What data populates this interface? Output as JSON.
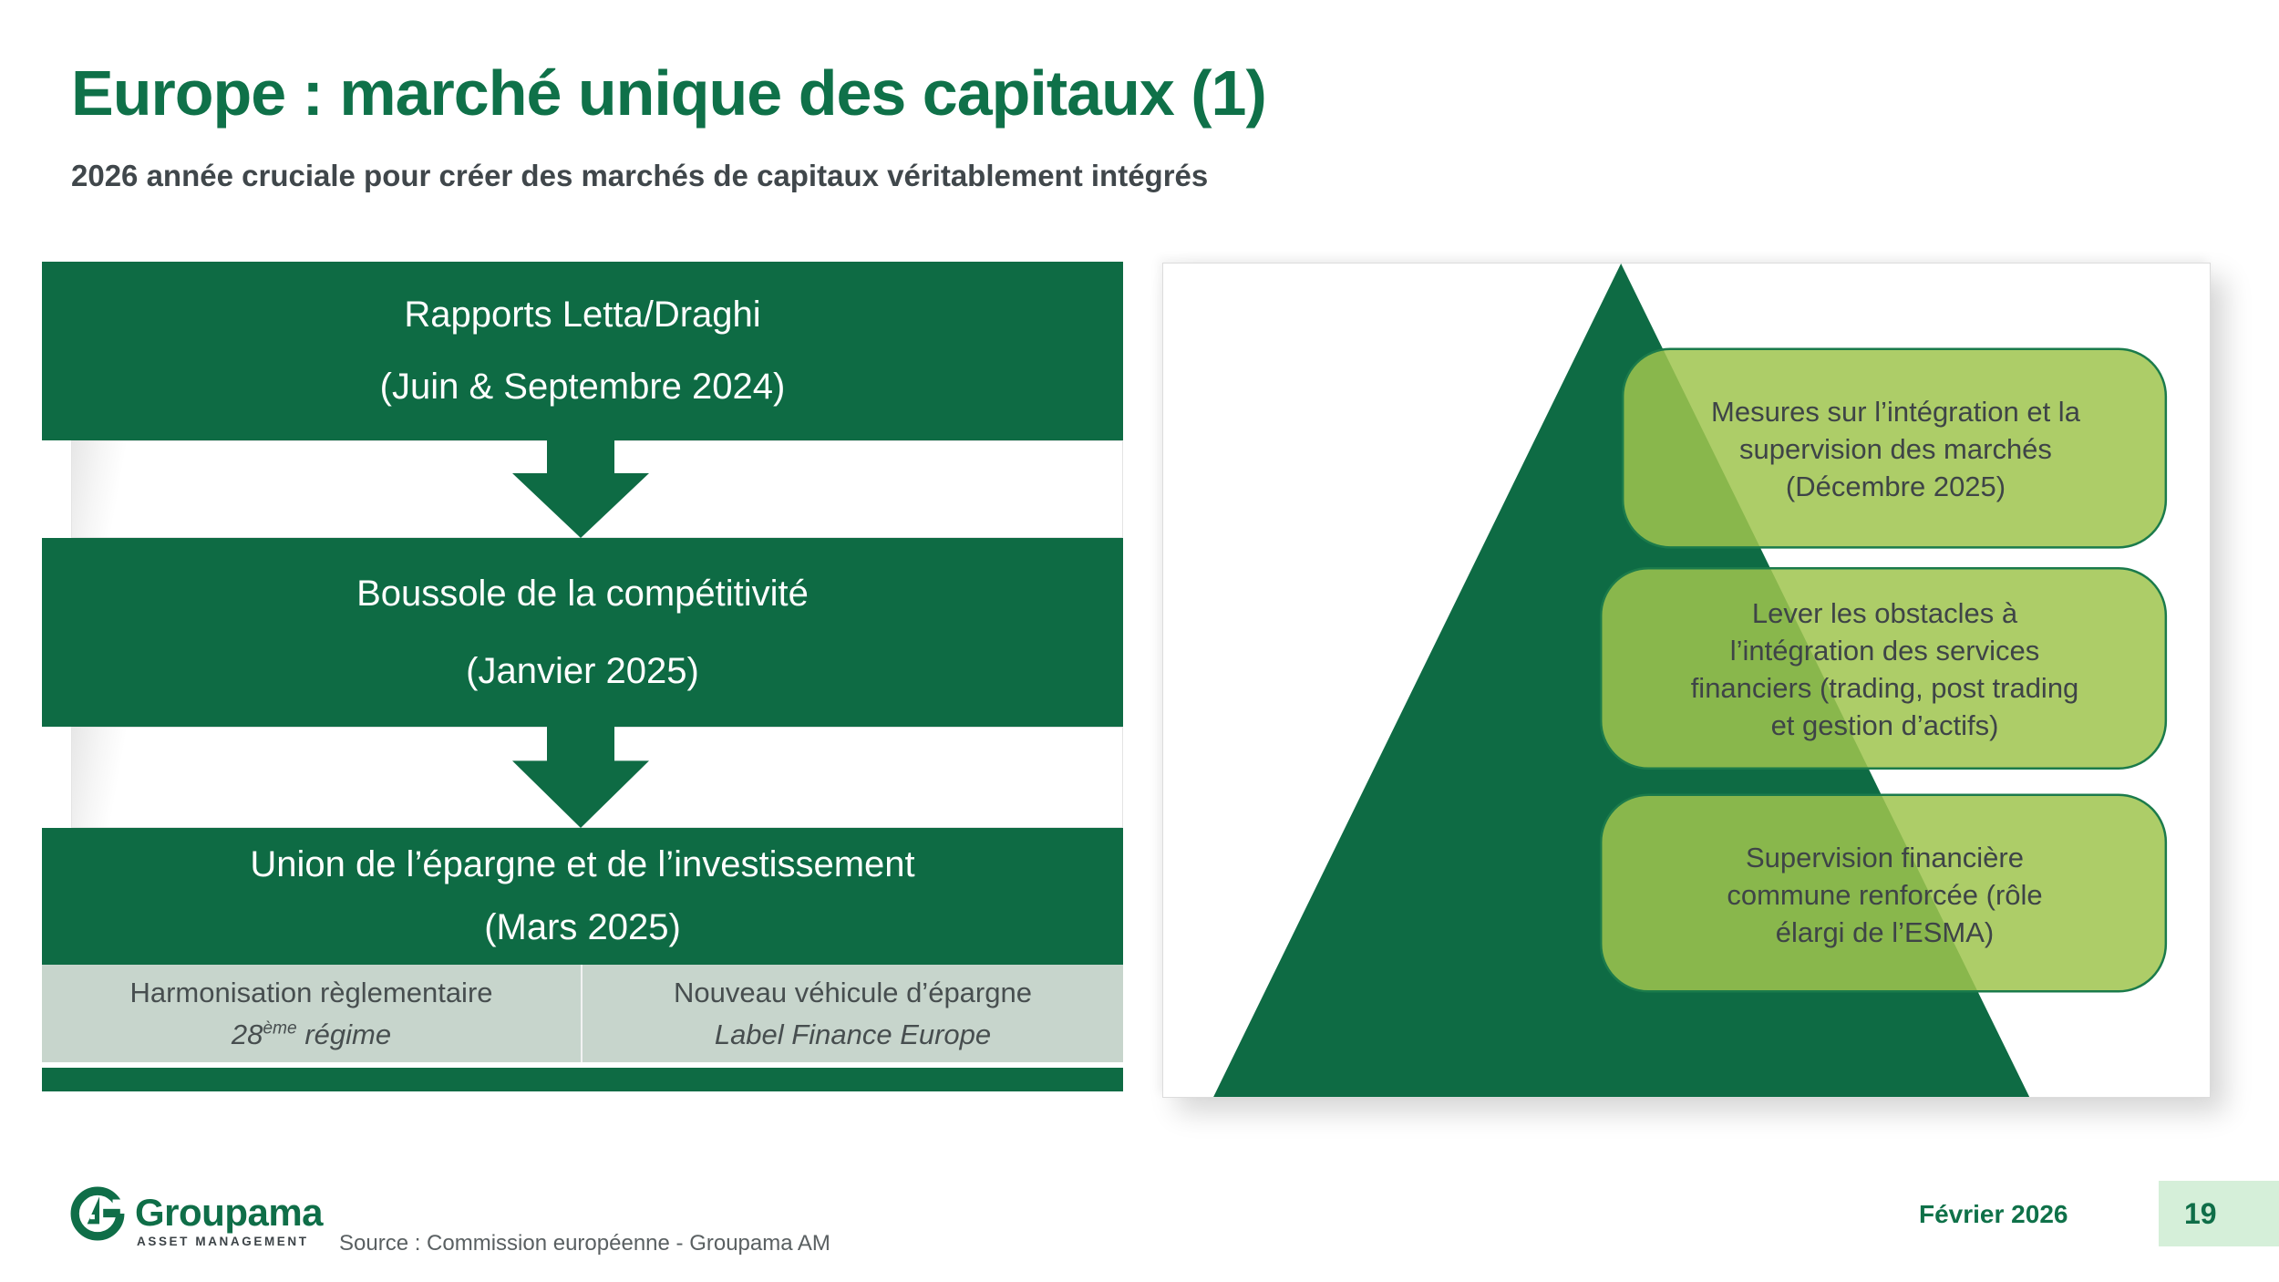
{
  "header": {
    "title": "Europe : marché unique des capitaux (1)",
    "subtitle": "2026 année cruciale pour créer des marchés de capitaux véritablement intégrés"
  },
  "flowchart": {
    "boxes": [
      {
        "lines": [
          "Rapports Letta/Draghi",
          "(Juin & Septembre 2024)"
        ]
      },
      {
        "lines": [
          "Boussole de la compétitivité",
          "(Janvier 2025)"
        ]
      },
      {
        "lines": [
          "Union de l’épargne et de l’investissement",
          "(Mars 2025)"
        ]
      }
    ],
    "gray_row": {
      "cells": [
        {
          "line1": "Harmonisation règlementaire",
          "line2_num": "28",
          "line2_sup": "ème",
          "line2_rest": " régime"
        },
        {
          "line1": "Nouveau véhicule d’épargne",
          "line2": "Label Finance Europe"
        }
      ]
    }
  },
  "pyramid": {
    "boxes": [
      {
        "lines": [
          "Mesures sur l’intégration et la",
          "supervision des marchés",
          "(Décembre 2025)"
        ]
      },
      {
        "lines": [
          "Lever les obstacles à",
          "l’intégration des services",
          "financiers (trading, post trading",
          "et gestion d’actifs)"
        ]
      },
      {
        "lines": [
          "Supervision financière",
          "commune renforcée (rôle",
          "élargi de l’ESMA)"
        ]
      }
    ]
  },
  "footer": {
    "logo_name": "Groupama",
    "logo_subtitle": "ASSET MANAGEMENT",
    "source": "Source : Commission européenne - Groupama AM",
    "date": "Février 2026",
    "page_number": "19"
  },
  "colors": {
    "dark_green": "#0e6b44",
    "title_green": "#0f7149",
    "light_green_box": "#9fc44e",
    "box_border_green": "#1b7b4b",
    "sage_gray": "#c7d5cc",
    "badge_green": "#d5efd9",
    "text_dark": "#3e4447"
  }
}
